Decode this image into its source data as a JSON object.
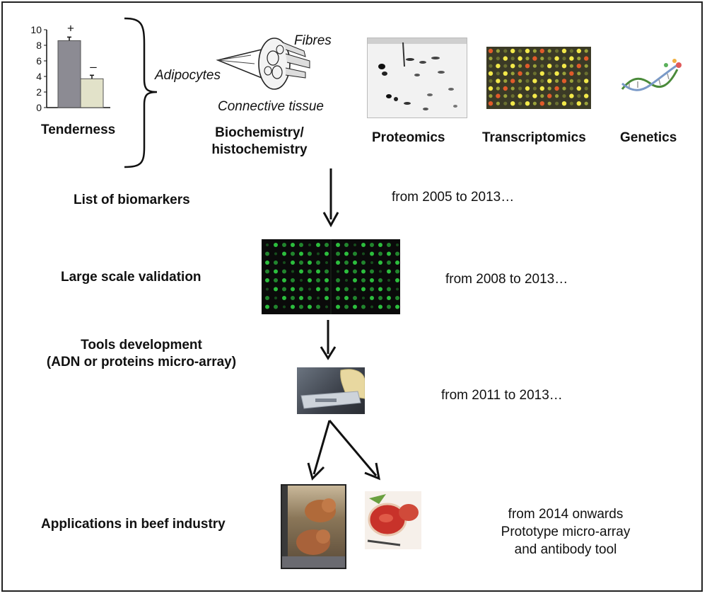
{
  "chart_data": {
    "type": "bar",
    "categories": [
      "+",
      "–"
    ],
    "values": [
      8.6,
      3.7
    ],
    "ylim": [
      0,
      10
    ],
    "yticks": [
      "0",
      "2",
      "4",
      "6",
      "8",
      "10"
    ],
    "xlabel": "Tenderness",
    "bar_colors": [
      "#8c8b93",
      "#e2e2c9"
    ]
  },
  "top": {
    "brace_label": "Adipocytes",
    "fibres_label": "Fibres",
    "connective_label": "Connective tissue",
    "biochem_label_line1": "Biochemistry/",
    "biochem_label_line2": "histochemistry",
    "proteomics_label": "Proteomics",
    "transcriptomics_label": "Transcriptomics",
    "genetics_label": "Genetics"
  },
  "steps": {
    "biomarkers_label": "List of biomarkers",
    "biomarkers_period": "from 2005 to 2013…",
    "validation_label": "Large scale validation",
    "validation_period": "from 2008 to 2013…",
    "tools_label_line1": "Tools development",
    "tools_label_line2": "(ADN or proteins micro-array)",
    "tools_period": "from 2011 to 2013…",
    "applications_label": "Applications in beef industry",
    "applications_period_line1": "from 2014 onwards",
    "applications_period_line2": "Prototype micro-array",
    "applications_period_line3": "and antibody tool"
  },
  "colors": {
    "arrow": "#111111",
    "microarray_spot": "#2ec840",
    "transcript_spot": "#e8e23a"
  }
}
